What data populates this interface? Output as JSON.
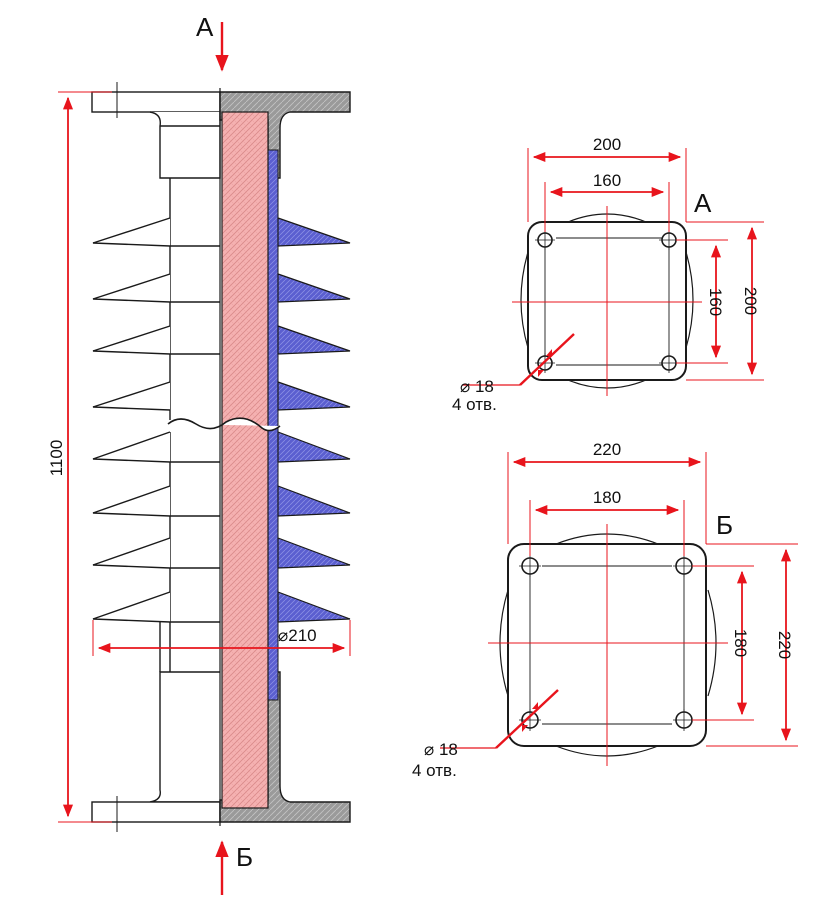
{
  "colors": {
    "dimension": "#e8141c",
    "outline": "#1a1a1a",
    "sheds_section": "#5b5fd0",
    "core_section": "#f3a5a5",
    "flange_section": "#9a9a9a",
    "hidden_body": "#8a8a8a"
  },
  "side_view": {
    "section_top_label": "А",
    "section_bottom_label": "Б",
    "height_dim": "1100",
    "shed_diameter_dim": "⌀210"
  },
  "flange_a": {
    "label": "А",
    "outer_width": "200",
    "hole_spacing_width": "160",
    "hole_spacing_height": "160",
    "outer_height": "200",
    "hole_dia": "⌀ 18",
    "hole_count": "4 отв."
  },
  "flange_b": {
    "label": "Б",
    "outer_width": "220",
    "hole_spacing_width": "180",
    "hole_spacing_height": "180",
    "outer_height": "220",
    "hole_dia": "⌀ 18",
    "hole_count": "4 отв."
  }
}
